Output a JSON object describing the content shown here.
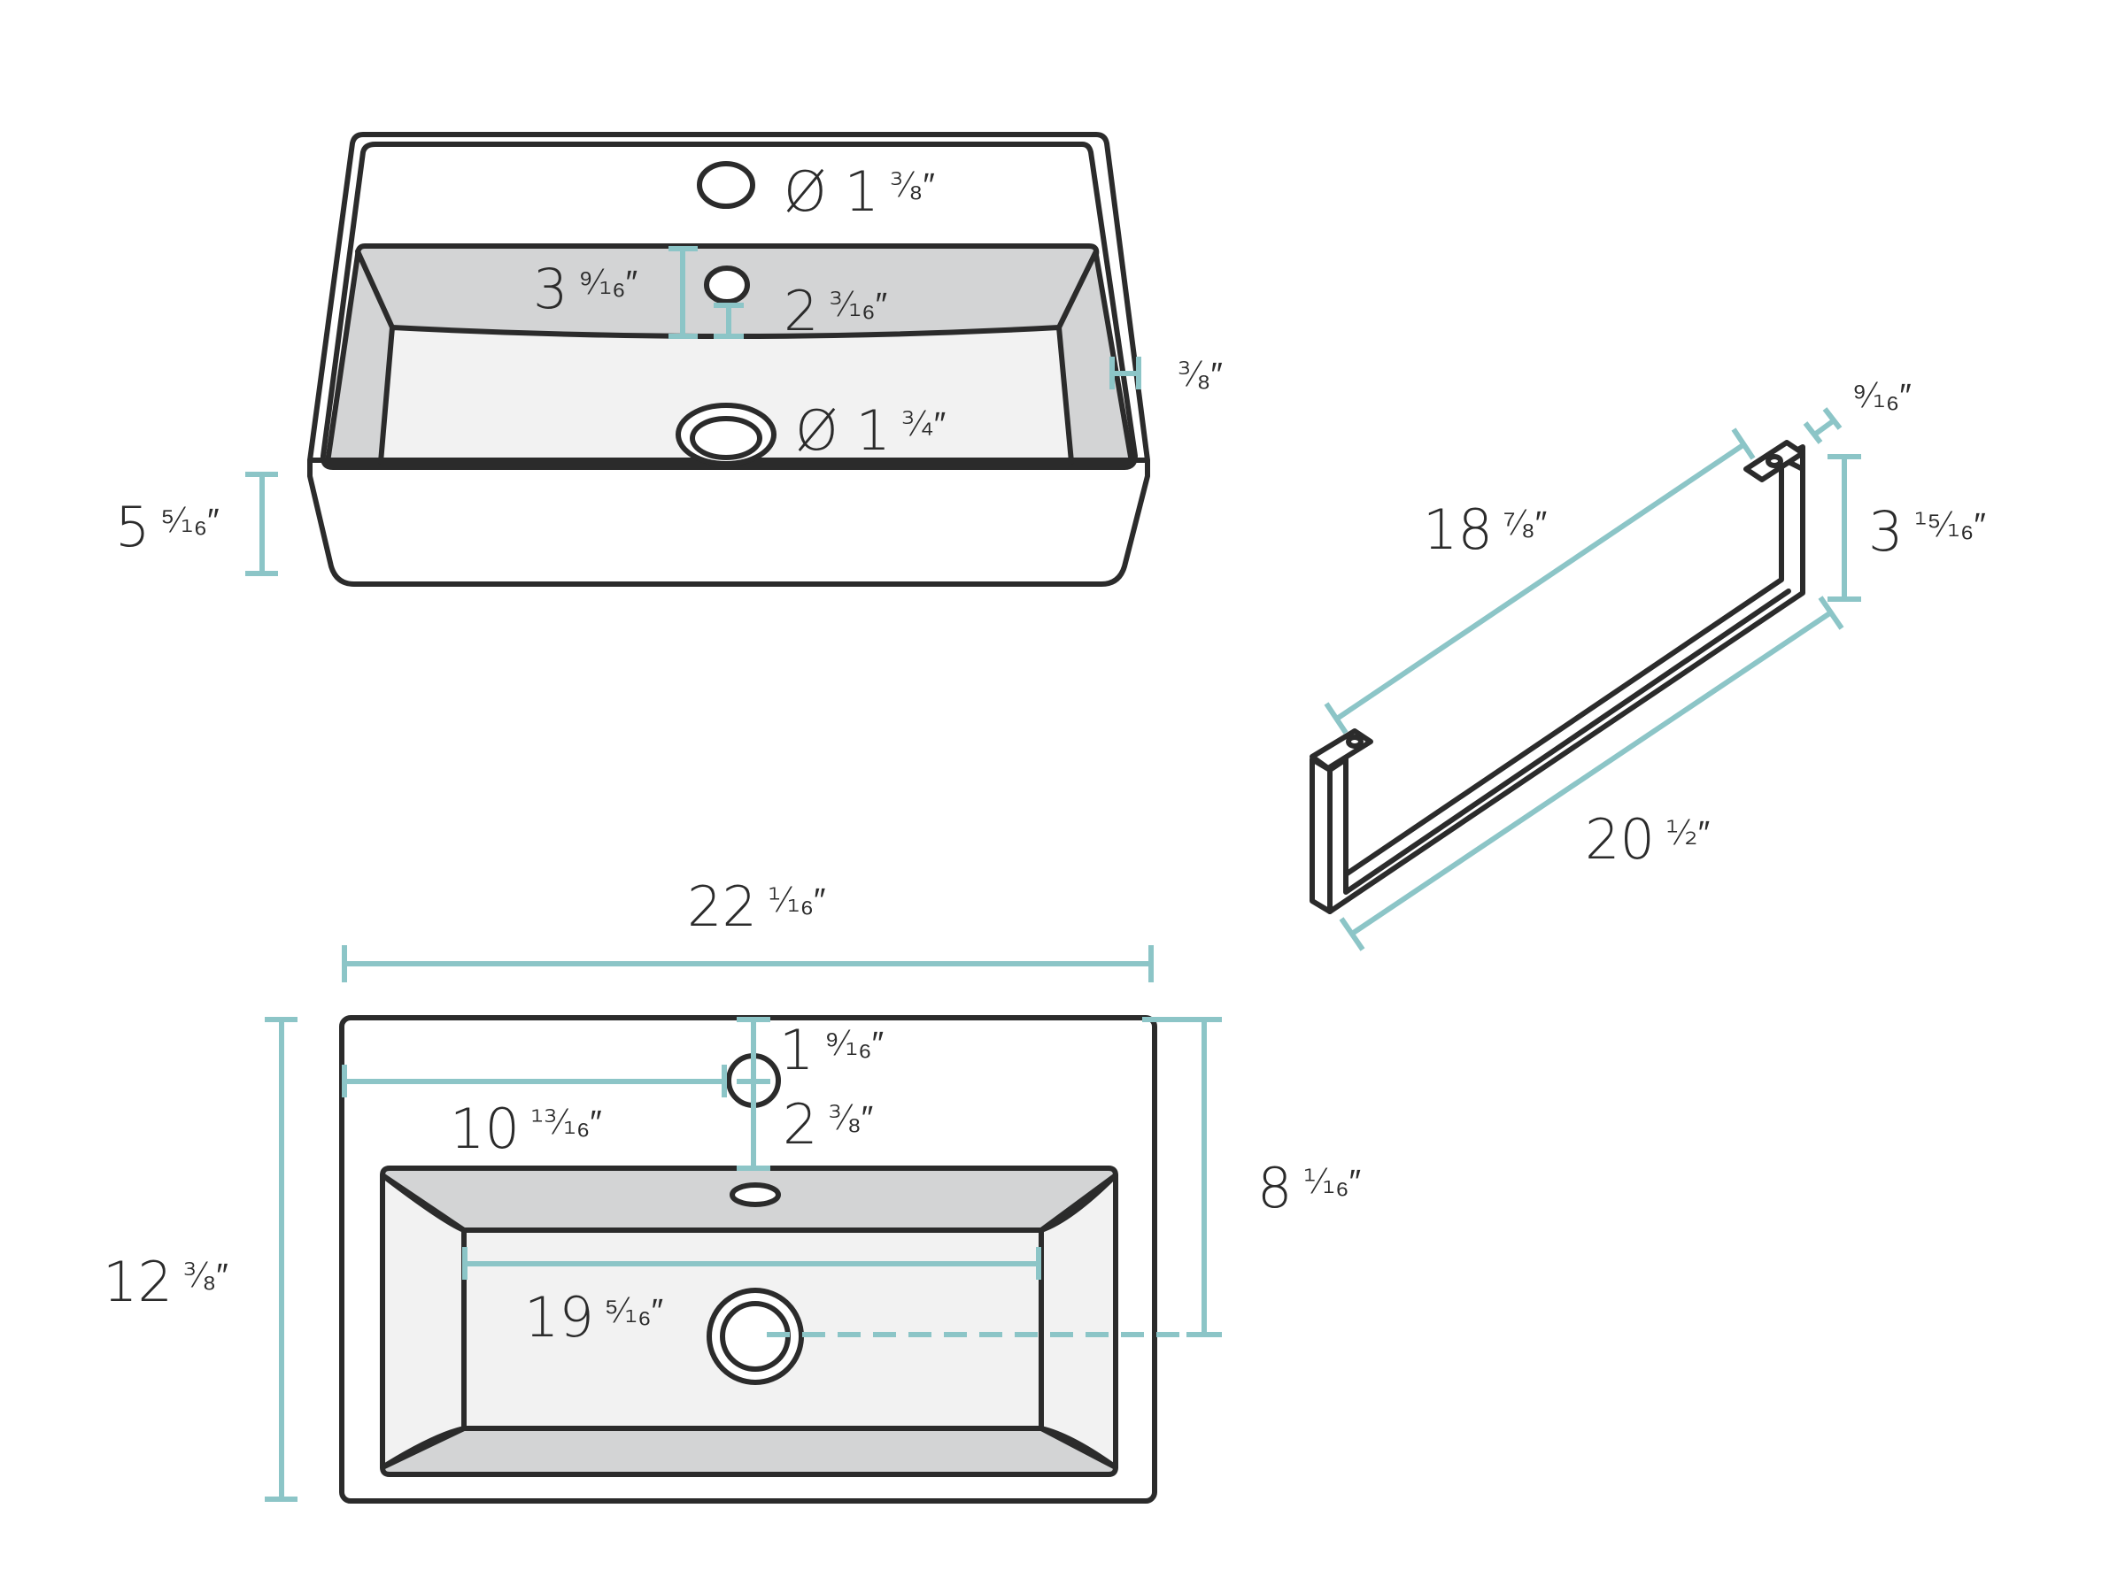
{
  "colors": {
    "dimension_line": "#8cc5c7",
    "outline": "#2b2b2b",
    "basin_wall": "#d3d4d5",
    "basin_floor": "#f2f2f2"
  },
  "front_view": {
    "faucet_hole_dia": {
      "prefix": "Ø 1",
      "frac": "³⁄₈",
      "unit": "″"
    },
    "faucet_hole_to_overflow": {
      "whole": "3",
      "frac": "⁹⁄₁₆",
      "unit": "″"
    },
    "overflow_to_basin_edge": {
      "whole": "2",
      "frac": "³⁄₁₆",
      "unit": "″"
    },
    "rim_thickness": {
      "whole": "",
      "frac": "³⁄₈",
      "unit": "″"
    },
    "drain_dia": {
      "prefix": "Ø 1",
      "frac": "³⁄₄",
      "unit": "″"
    },
    "sink_height": {
      "whole": "5",
      "frac": "⁵⁄₁₆",
      "unit": "″"
    }
  },
  "towel_bar": {
    "inner_length": {
      "whole": "18",
      "frac": "⁷⁄₈",
      "unit": "″"
    },
    "outer_length": {
      "whole": "20",
      "frac": "¹⁄₂",
      "unit": "″"
    },
    "bar_drop": {
      "whole": "3",
      "frac": "¹⁵⁄₁₆",
      "unit": "″"
    },
    "bar_width": {
      "whole": "",
      "frac": "⁹⁄₁₆",
      "unit": "″"
    }
  },
  "top_view": {
    "overall_width": {
      "whole": "22",
      "frac": "¹⁄₁₆",
      "unit": "″"
    },
    "overall_depth": {
      "whole": "12",
      "frac": "³⁄₈",
      "unit": "″"
    },
    "faucet_from_back": {
      "whole": "1",
      "frac": "⁹⁄₁₆",
      "unit": "″"
    },
    "faucet_from_side": {
      "whole": "10",
      "frac": "¹³⁄₁₆",
      "unit": "″"
    },
    "faucet_to_basin": {
      "whole": "2",
      "frac": "³⁄₈",
      "unit": "″"
    },
    "drain_from_back": {
      "whole": "8",
      "frac": "¹⁄₁₆",
      "unit": "″"
    },
    "basin_length": {
      "whole": "19",
      "frac": "⁵⁄₁₆",
      "unit": "″"
    }
  }
}
